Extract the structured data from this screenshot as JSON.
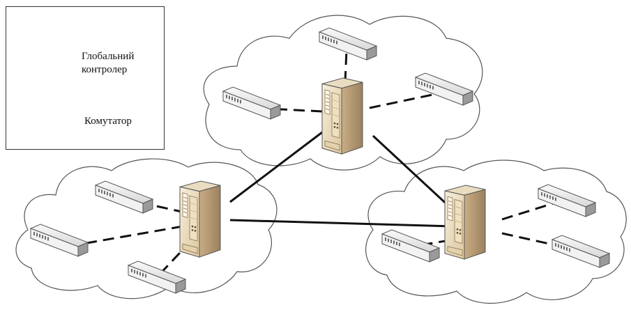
{
  "legend": {
    "controller_label": "Глобальний контролер",
    "switch_label": "Комутатор"
  },
  "diagram": {
    "clusters": [
      {
        "name": "top",
        "controller": "controller-icon",
        "switch_count": 3
      },
      {
        "name": "left",
        "controller": "controller-icon",
        "switch_count": 3
      },
      {
        "name": "right",
        "controller": "controller-icon",
        "switch_count": 3
      }
    ],
    "inter_controller_links": "solid",
    "controller_switch_links": "dashed"
  },
  "colors": {
    "controller_front": "#f0e2c6",
    "controller_side": "#c9b18a",
    "switch_face": "#e8e8e8",
    "line": "#111111"
  }
}
